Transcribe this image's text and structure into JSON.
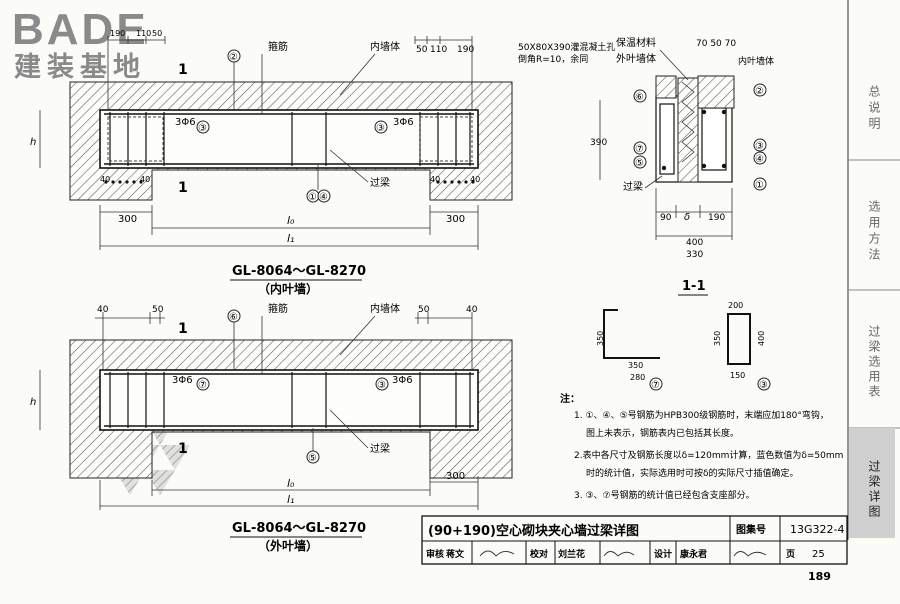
{
  "logo": {
    "brand": "BADE",
    "tagline": "建装基地"
  },
  "section_marks": {
    "cut": "1"
  },
  "top_beam": {
    "labels": {
      "stirrup": "箍筋",
      "inner_wall": "内墙体",
      "bar_3phi6": "3Φ6",
      "lintel": "过梁",
      "hole_note_line1": "50X80X390灌混凝土孔",
      "hole_note_line2": "倒角R=10，余同"
    },
    "callouts": {
      "c1": "①",
      "c2": "②",
      "c3": "③",
      "c4": "④"
    },
    "dims": {
      "d190": "190",
      "d110": "110",
      "d50": "50",
      "d40": "40",
      "d300": "300",
      "d_h": "h",
      "l0": "l₀",
      "l1": "l₁"
    },
    "caption_title": "GL-8064～GL-8270",
    "caption_sub": "（内叶墙）"
  },
  "bottom_beam": {
    "labels": {
      "stirrup": "箍筋",
      "inner_wall": "内墙体",
      "bar_3phi6": "3Φ6",
      "lintel": "过梁"
    },
    "callouts": {
      "c3": "③",
      "c5": "⑤",
      "c6": "⑥",
      "c7": "⑦"
    },
    "dims": {
      "d40": "40",
      "d50": "50",
      "d300": "300",
      "d_h": "h",
      "l0": "l₀",
      "l1": "l₁"
    },
    "caption_title": "GL-8064～GL-8270",
    "caption_sub": "（外叶墙）"
  },
  "section_view": {
    "labels": {
      "insulation": "保温材料",
      "outer_wall": "外叶墙体",
      "inner_wall": "内叶墙体",
      "lintel": "过梁"
    },
    "dims": {
      "top": "70 50 70",
      "d390": "390",
      "d90": "90",
      "delta": "δ",
      "d190": "190",
      "d400": "400",
      "d330": "330"
    },
    "callouts": [
      "⑥",
      "②",
      "③",
      "④",
      "⑦",
      "⑤",
      "①"
    ],
    "title": "1-1"
  },
  "bar_shapes": {
    "bar7": {
      "dims": [
        "350",
        "350",
        "280"
      ],
      "no": "⑦"
    },
    "bar3": {
      "dims": [
        "200",
        "350",
        "400",
        "150"
      ],
      "no": "③"
    }
  },
  "notes": {
    "heading": "注：",
    "items": [
      "1. ①、④、⑤号钢筋为HPB300级钢筋时，末端应加180°弯钩，",
      "图上未表示，钢筋表内已包括其长度。",
      "2.表中各尺寸及钢筋长度以δ=120mm计算，蓝色数值为δ=50mm",
      "时的统计值，实际选用时可按δ的实际尺寸插值确定。",
      "3. ③、⑦号钢筋的统计值已经包含支座部分。"
    ]
  },
  "title_block": {
    "title": "(90+190)空心砌块夹心墙过梁详图",
    "atlas_label": "图集号",
    "atlas_no": "13G322-4",
    "review": "审核",
    "reviewer": "蒋文",
    "check": "校对",
    "checker": "刘兰花",
    "design": "设计",
    "designer": "康永君",
    "page_label": "页",
    "page_no": "25",
    "book_page": "189"
  },
  "side_tabs": [
    {
      "label": "总说明",
      "active": false
    },
    {
      "label": "选用方法",
      "active": false
    },
    {
      "label": "过梁选用表",
      "active": false
    },
    {
      "label": "过梁详图",
      "active": true
    }
  ]
}
